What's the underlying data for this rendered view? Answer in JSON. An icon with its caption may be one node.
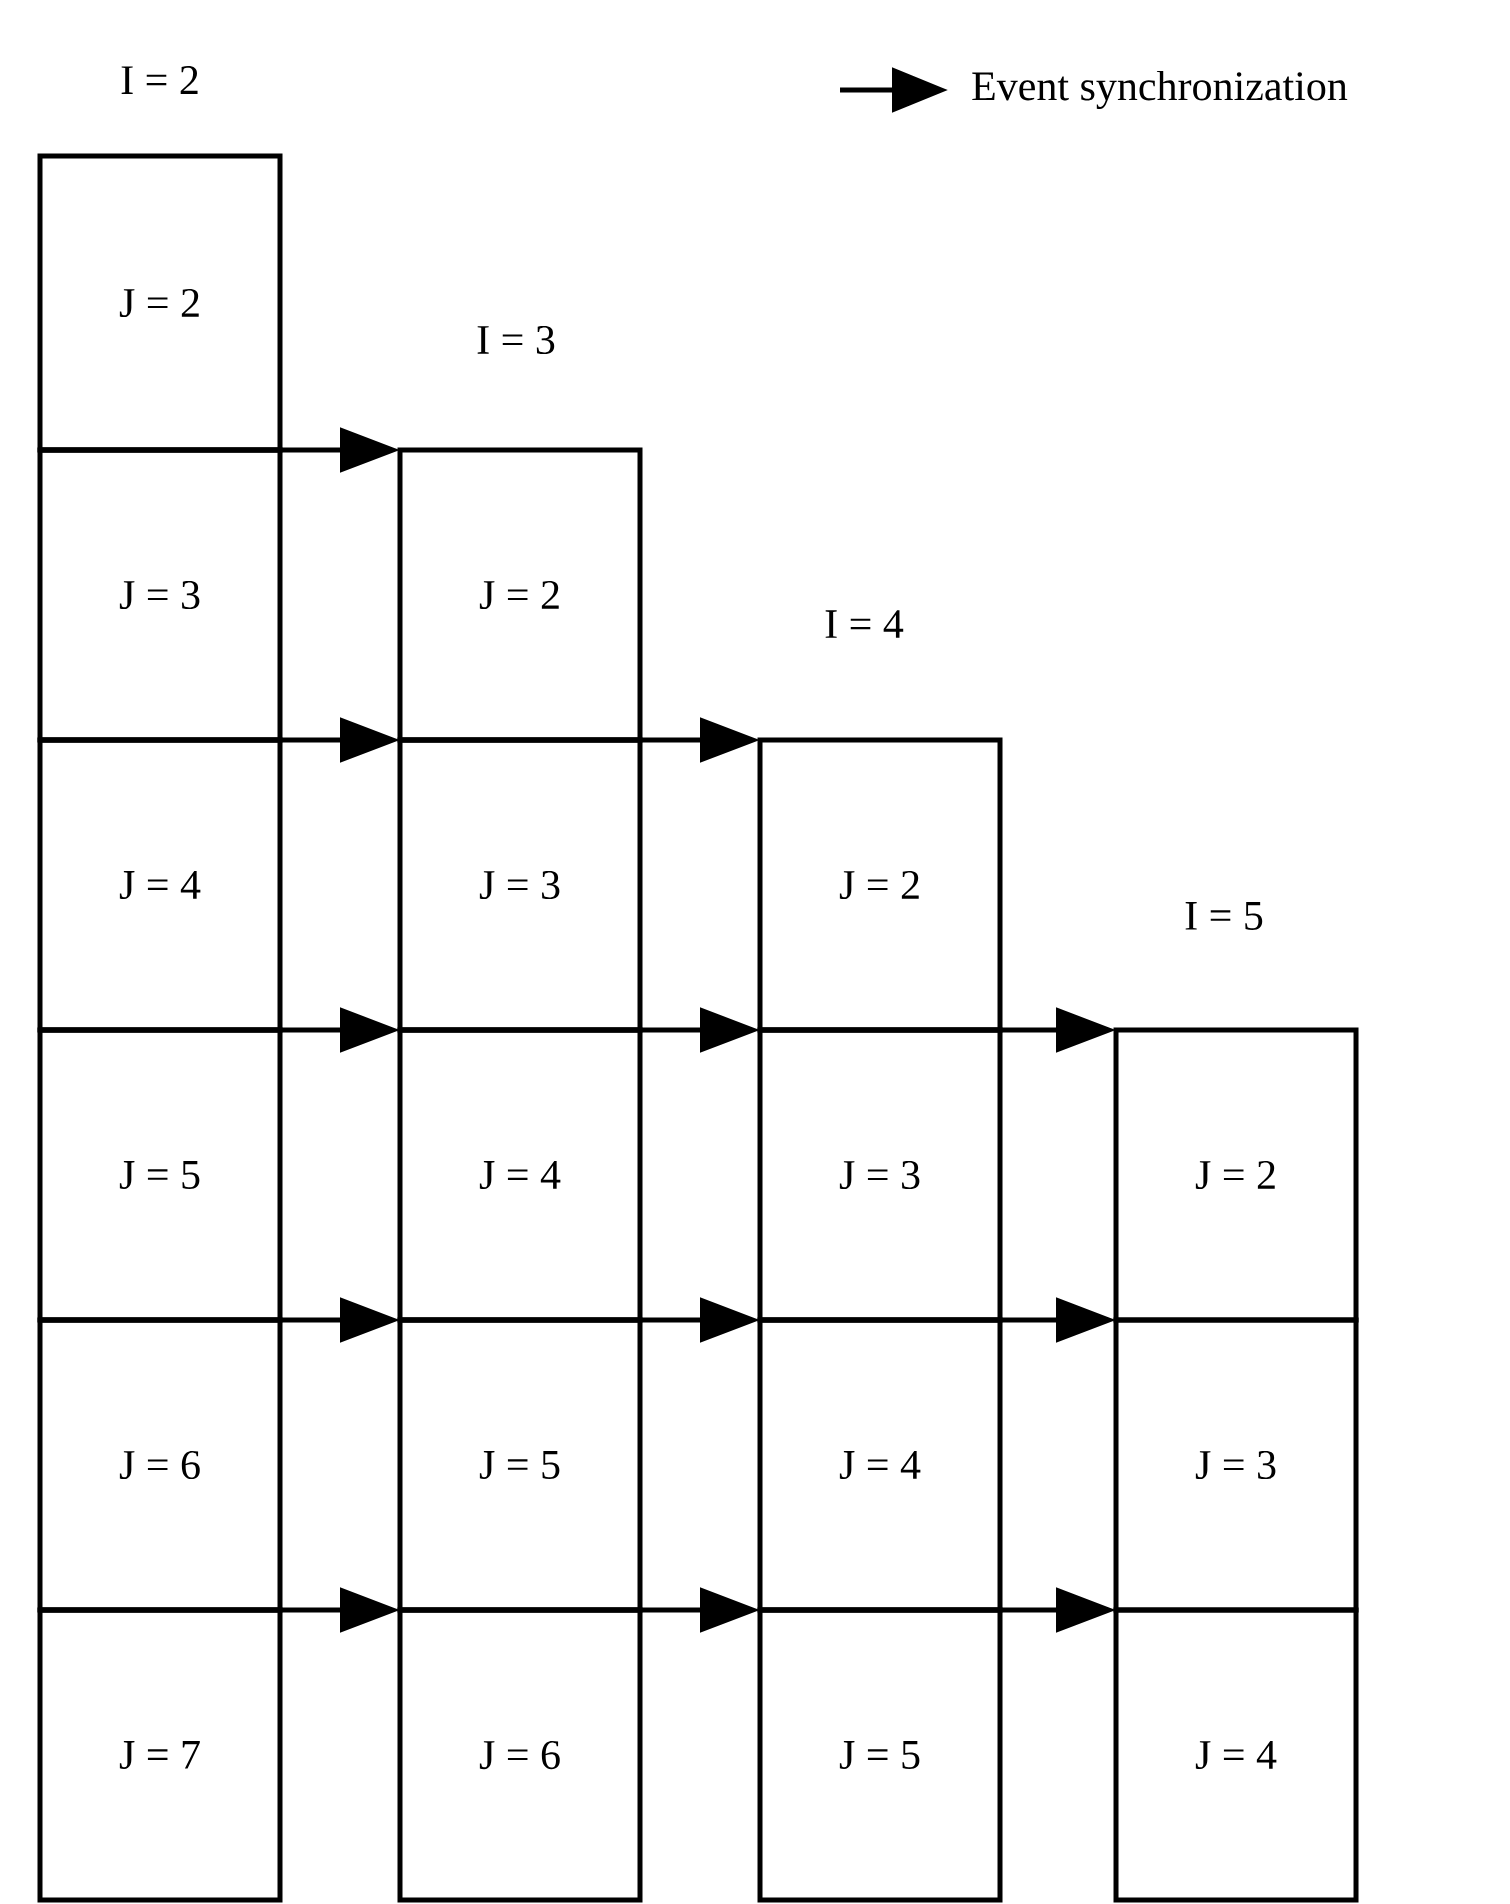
{
  "diagram": {
    "nodes": [
      {
        "text": [
          "J = 2"
        ]
      },
      {
        "text": [
          "J = 3"
        ]
      },
      {
        "text": [
          "J = 4"
        ]
      },
      {
        "text": [
          "J = 5"
        ]
      },
      {
        "text": [
          "J = 6"
        ]
      },
      {
        "text": [
          "J = 7"
        ]
      },
      {
        "text": [
          "J = 2"
        ]
      },
      {
        "text": [
          "J = 3"
        ]
      },
      {
        "text": [
          "J = 4"
        ]
      },
      {
        "text": [
          "J = 5"
        ]
      },
      {
        "text": [
          "J = 6"
        ]
      },
      {
        "text": [
          "J = 2"
        ]
      },
      {
        "text": [
          "J = 3"
        ]
      },
      {
        "text": [
          "J = 4"
        ]
      },
      {
        "text": [
          "J = 5"
        ]
      },
      {
        "text": [
          "J = 2"
        ]
      },
      {
        "text": [
          "J = 3"
        ]
      },
      {
        "text": [
          "J = 4"
        ]
      }
    ],
    "edges": [
      {
        "from": 0,
        "to": 6,
        "arrow": "to"
      },
      {
        "from": 1,
        "to": 7,
        "arrow": "to"
      },
      {
        "from": 2,
        "to": 8,
        "arrow": "to"
      },
      {
        "from": 3,
        "to": 9,
        "arrow": "to"
      },
      {
        "from": 4,
        "to": 10,
        "arrow": "to"
      },
      {
        "from": 6,
        "to": 11,
        "arrow": "to"
      },
      {
        "from": 7,
        "to": 12,
        "arrow": "to"
      },
      {
        "from": 8,
        "to": 13,
        "arrow": "to"
      },
      {
        "from": 9,
        "to": 14,
        "arrow": "to"
      },
      {
        "from": 11,
        "to": 15,
        "arrow": "to"
      },
      {
        "from": 12,
        "to": 16,
        "arrow": "to"
      },
      {
        "from": 13,
        "to": 17,
        "arrow": "to"
      }
    ],
    "labels": [
      "I = 2",
      "I = 3",
      "I = 4",
      "I = 5"
    ],
    "legend": [
      {
        "text": "Event synchronization"
      }
    ]
  }
}
